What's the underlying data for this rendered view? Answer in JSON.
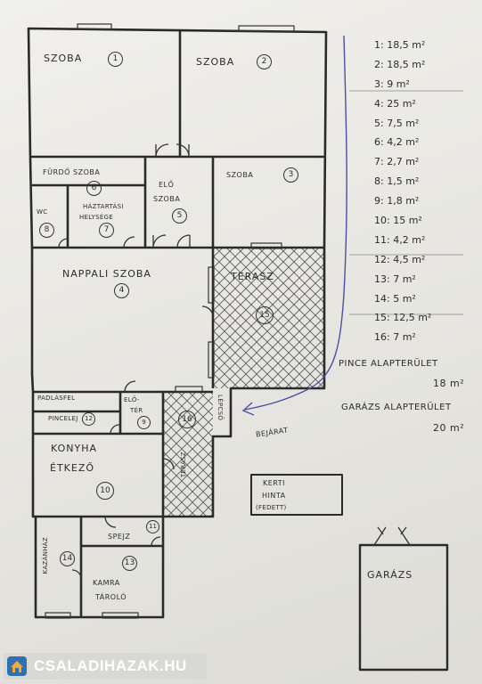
{
  "rooms": {
    "szoba1": {
      "label": "SZOBA",
      "num": "1"
    },
    "szoba2": {
      "label": "SZOBA",
      "num": "2"
    },
    "szoba3": {
      "label": "SZOBA",
      "num": "3"
    },
    "furdo": {
      "label": "FÜRDŐ SZOBA",
      "num": "6"
    },
    "eloszoba": {
      "label1": "ELŐ",
      "label2": "SZOBA",
      "num": "5"
    },
    "wc": {
      "label": "WC",
      "num": "8"
    },
    "haztartasi": {
      "label1": "HÁZTARTÁSI",
      "label2": "HELYSÉGE",
      "num": "7"
    },
    "nappali": {
      "label": "NAPPALI SZOBA",
      "num": "4"
    },
    "terasz15": {
      "label": "TERASZ",
      "num": "15"
    },
    "padlasfel": {
      "label": "PADLÁSFEL"
    },
    "pince": {
      "label": "PINCELEJ",
      "num": "12"
    },
    "eloter": {
      "label1": "ELŐ-",
      "label2": "TÉR",
      "num": "9"
    },
    "terasz16": {
      "label": "TERASZ",
      "num": "16"
    },
    "lepcso": {
      "label": "LÉPCSŐ"
    },
    "konyha": {
      "label1": "KONYHA",
      "label2": "ÉTKEZŐ",
      "num": "10"
    },
    "spejz": {
      "label": "SPEJZ",
      "num": "11"
    },
    "kazanhaz": {
      "label": "KAZÁNHÁZ",
      "num": "14"
    },
    "kamra": {
      "label1": "KAMRA",
      "label2": "TÁROLÓ",
      "num": "13"
    }
  },
  "kerti_hinta": {
    "line1": "KERTI",
    "line2": "HINTA",
    "line3": "(FEDETT)"
  },
  "garazs": {
    "label": "GARÁZS"
  },
  "bejarat": {
    "label": "BEJÁRAT"
  },
  "areas": [
    "1: 18,5 m²",
    "2: 18,5 m²",
    "3: 9 m²",
    "4: 25 m²",
    "5: 7,5 m²",
    "6: 4,2 m²",
    "7: 2,7 m²",
    "8: 1,5 m²",
    "9: 1,8 m²",
    "10: 15 m²",
    "11: 4,2 m²",
    "12: 4,5 m²",
    "13: 7 m²",
    "14: 5 m²",
    "15: 12,5 m²",
    "16: 7 m²"
  ],
  "pince_alapterulet": {
    "line1": "PINCE ALAPTERÜLET",
    "line2": "18 m²"
  },
  "garazs_alapterulet": {
    "line1": "GARÁZS ALAPTERÜLET",
    "line2": "20 m²"
  },
  "watermark": {
    "text": "CSALADIHAZAK.HU"
  }
}
